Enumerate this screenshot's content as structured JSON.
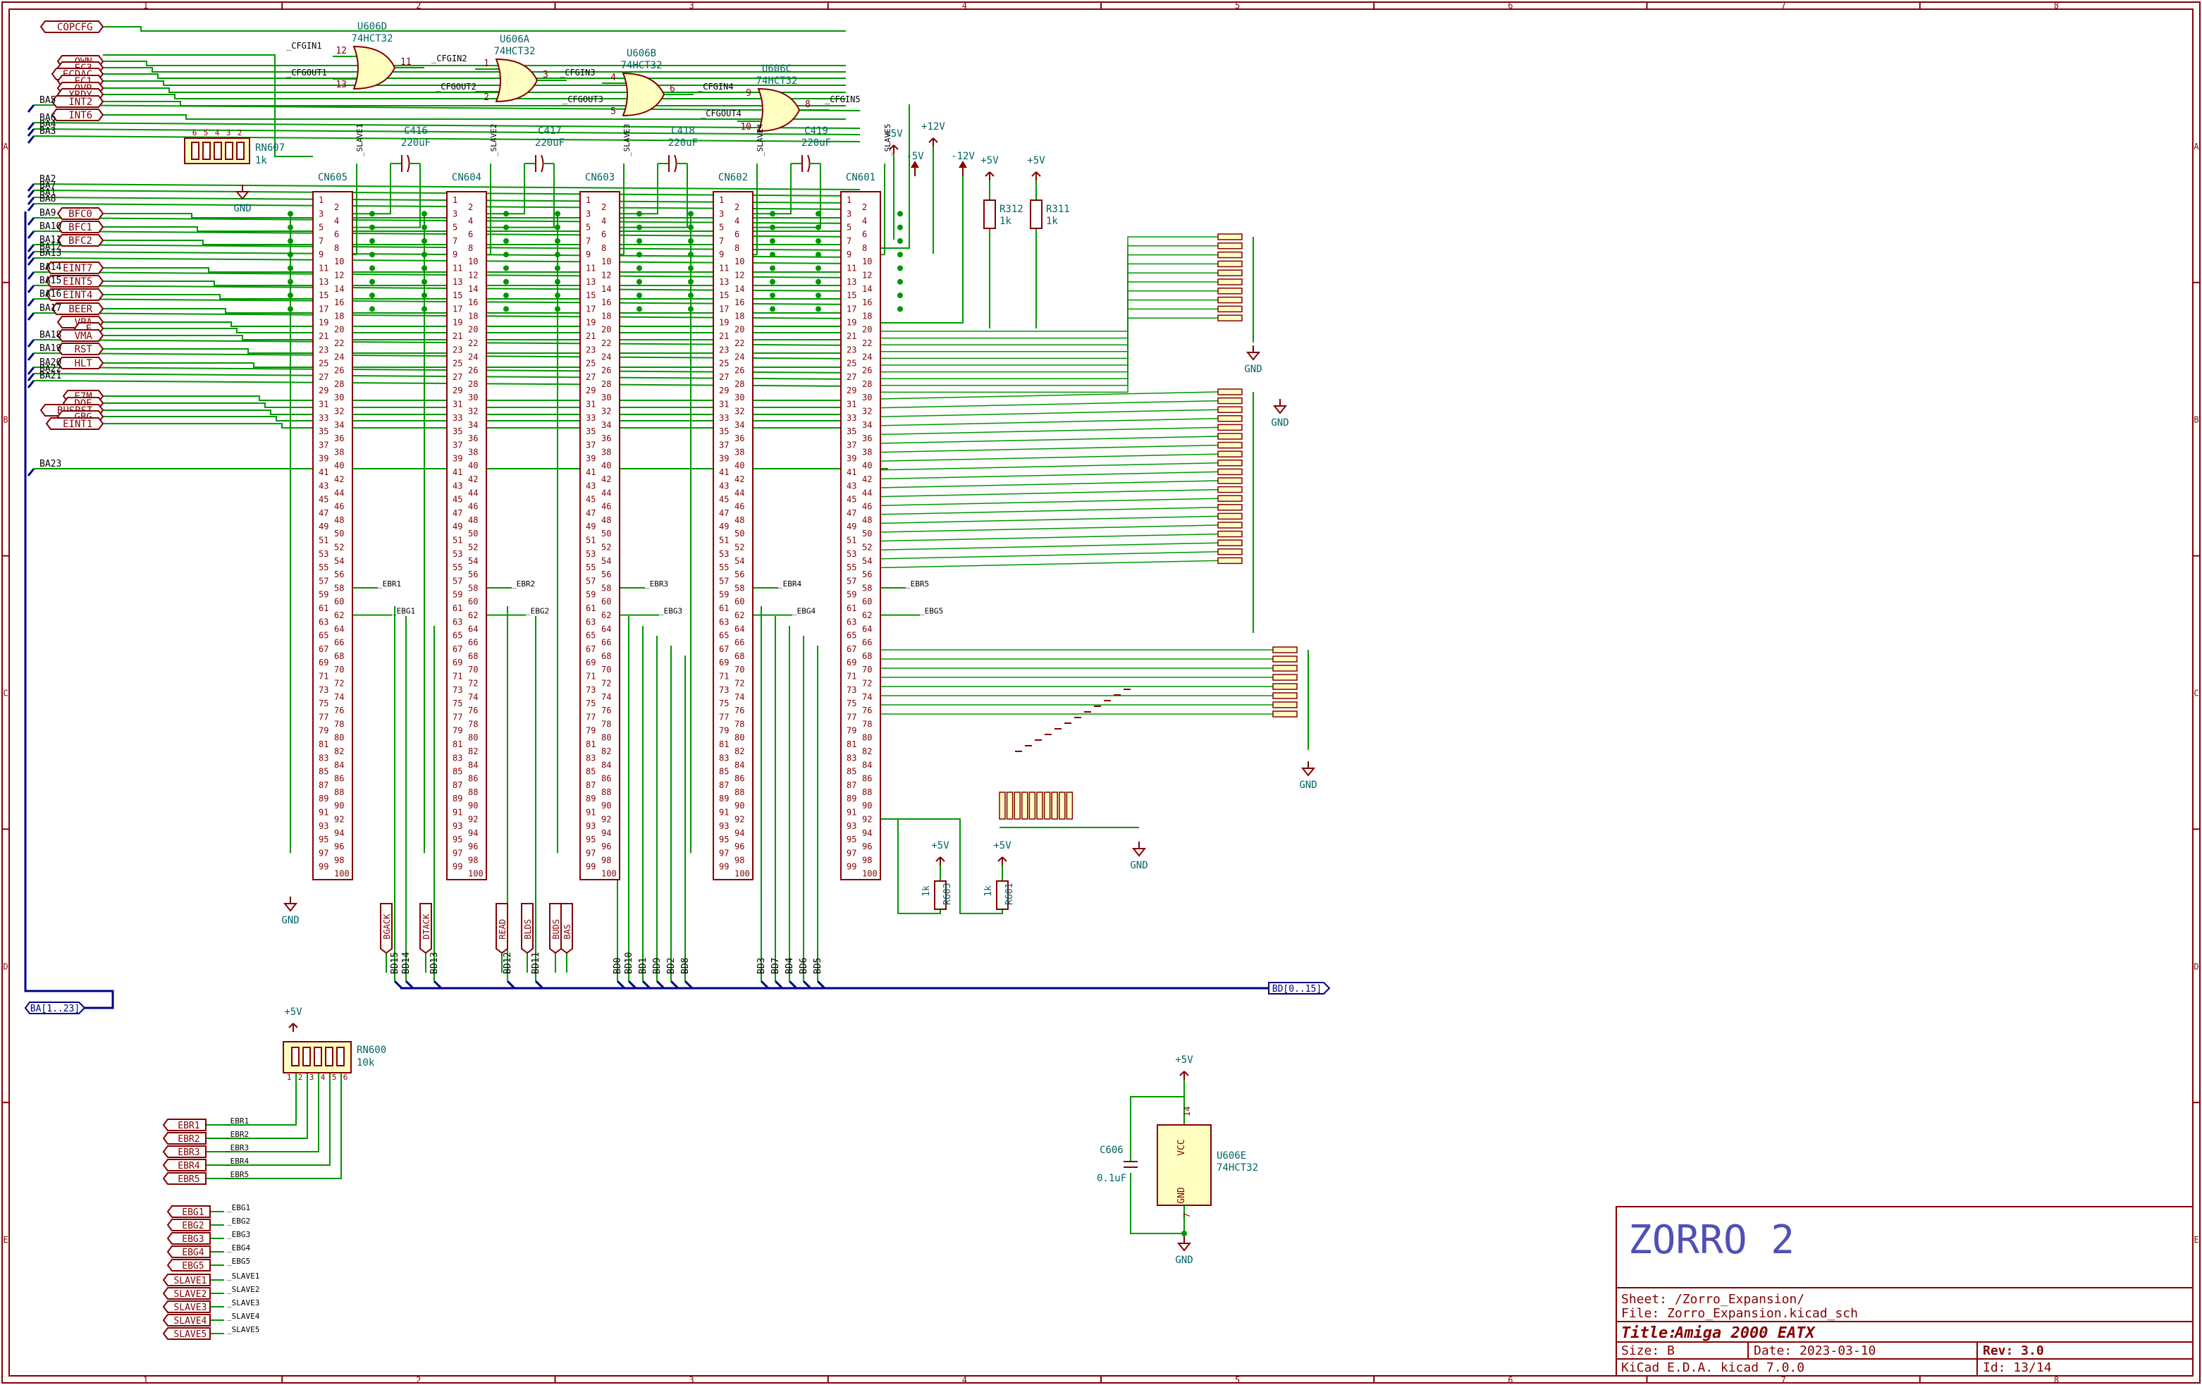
{
  "frame": {
    "cols": [
      "1",
      "2",
      "3",
      "4",
      "5",
      "6",
      "7",
      "8"
    ],
    "rows": [
      "A",
      "B",
      "C",
      "D",
      "E"
    ]
  },
  "gates": [
    {
      "ref": "U606D",
      "part": "74HCT32",
      "in1": "12",
      "in2": "13",
      "out": "11"
    },
    {
      "ref": "U606A",
      "part": "74HCT32",
      "in1": "1",
      "in2": "2",
      "out": "3"
    },
    {
      "ref": "U606B",
      "part": "74HCT32",
      "in1": "4",
      "in2": "5",
      "out": "6"
    },
    {
      "ref": "U606C",
      "part": "74HCT32",
      "in1": "9",
      "in2": "10",
      "out": "8"
    }
  ],
  "cfg_nets": [
    "_CFGIN1",
    "_CFGOUT1",
    "_CFGIN2",
    "_CFGOUT2",
    "_CFGIN3",
    "_CFGOUT3",
    "_CFGIN4",
    "_CFGOUT4",
    "_CFGIN5"
  ],
  "connectors": [
    {
      "ref": "CN605",
      "slave": "_SLAVE1",
      "cap": "C416",
      "cap_val": "220uF",
      "ebr": "_EBR1",
      "ebg": "_EBG1"
    },
    {
      "ref": "CN604",
      "slave": "_SLAVE2",
      "cap": "C417",
      "cap_val": "220uF",
      "ebr": "_EBR2",
      "ebg": "_EBG2"
    },
    {
      "ref": "CN603",
      "slave": "_SLAVE3",
      "cap": "C418",
      "cap_val": "220uF",
      "ebr": "_EBR3",
      "ebg": "_EBG3"
    },
    {
      "ref": "CN602",
      "slave": "_SLAVE4",
      "cap": "C419",
      "cap_val": "220uF",
      "ebr": "_EBR4",
      "ebg": "_EBG4"
    },
    {
      "ref": "CN601",
      "slave": "_SLAVE5",
      "cap": "",
      "cap_val": "",
      "ebr": "_EBR5",
      "ebg": "_EBG5"
    }
  ],
  "left_ports": [
    {
      "label": "_COPCFG",
      "row": 38
    },
    {
      "label": "_OWN",
      "row": 87
    },
    {
      "label": "_EC3",
      "row": 96
    },
    {
      "label": "ECDAC",
      "row": 105
    },
    {
      "label": "_EC1",
      "row": 115
    },
    {
      "label": "_OVR",
      "row": 125
    },
    {
      "label": "XRDY",
      "row": 134
    },
    {
      "label": "_INT2",
      "row": 144
    },
    {
      "label": "_INT6",
      "row": 163
    },
    {
      "label": "BFC0",
      "row": 303
    },
    {
      "label": "BFC1",
      "row": 322
    },
    {
      "label": "BFC2",
      "row": 341
    },
    {
      "label": "_EINT7",
      "row": 380
    },
    {
      "label": "_EINT5",
      "row": 399
    },
    {
      "label": "_EINT4",
      "row": 418
    },
    {
      "label": "_BEER",
      "row": 438
    },
    {
      "label": "_VPA",
      "row": 457
    },
    {
      "label": "E",
      "row": 466
    },
    {
      "label": "_VMA",
      "row": 476
    },
    {
      "label": "_RST",
      "row": 495
    },
    {
      "label": "_HLT",
      "row": 515
    },
    {
      "label": "E7M",
      "row": 562
    },
    {
      "label": "DOE",
      "row": 572
    },
    {
      "label": "_BUSRST",
      "row": 582
    },
    {
      "label": "_GBG",
      "row": 591
    },
    {
      "label": "_EINT1",
      "row": 601
    }
  ],
  "ba_labels": [
    {
      "label": "BA5",
      "row": 149
    },
    {
      "label": "BA6",
      "row": 174
    },
    {
      "label": "BA4",
      "row": 183
    },
    {
      "label": "BA3",
      "row": 193
    },
    {
      "label": "BA2",
      "row": 261
    },
    {
      "label": "BA7",
      "row": 270
    },
    {
      "label": "BA1",
      "row": 280
    },
    {
      "label": "BA8",
      "row": 289
    },
    {
      "label": "BA9",
      "row": 309
    },
    {
      "label": "BA10",
      "row": 328
    },
    {
      "label": "BA11",
      "row": 347
    },
    {
      "label": "BA12",
      "row": 357
    },
    {
      "label": "BA13",
      "row": 366
    },
    {
      "label": "BA14",
      "row": 386
    },
    {
      "label": "BA15",
      "row": 405
    },
    {
      "label": "BA16",
      "row": 424
    },
    {
      "label": "BA17",
      "row": 444
    },
    {
      "label": "BA18",
      "row": 482
    },
    {
      "label": "BA19",
      "row": 501
    },
    {
      "label": "BA20",
      "row": 521
    },
    {
      "label": "BA22",
      "row": 530
    },
    {
      "label": "BA21",
      "row": 540
    },
    {
      "label": "BA23",
      "row": 665
    }
  ],
  "ba_bus": "BA[1..23]",
  "bd_bus": "BD[0..15]",
  "bd_groups": [
    {
      "labels": [
        "BD15",
        "BD14",
        "BD13"
      ]
    },
    {
      "labels": [
        "BD12",
        "BD11"
      ]
    },
    {
      "labels": [
        "BD0",
        "BD10",
        "BD1",
        "BD9",
        "BD2",
        "BD8"
      ]
    },
    {
      "labels": [
        "BD3",
        "BD7",
        "BD4",
        "BD6",
        "BD5"
      ]
    }
  ],
  "signal_flags": [
    "_BGACK",
    "_DTACK",
    "_READ",
    "_BLDS",
    "_BUDS",
    "_BAS"
  ],
  "power": {
    "p5v": "+5V",
    "p12v": "+12V",
    "m5v": "-5V",
    "m12v": "-12V",
    "gnd": "GND"
  },
  "resistors": [
    {
      "ref": "R312",
      "value": "1k"
    },
    {
      "ref": "R311",
      "value": "1k"
    },
    {
      "ref": "R603",
      "value": "1k"
    },
    {
      "ref": "R601",
      "value": "1k"
    }
  ],
  "networks": [
    {
      "ref": "RN607",
      "value": "1k",
      "pins": [
        "6",
        "5",
        "4",
        "3",
        "2"
      ]
    },
    {
      "ref": "RN600",
      "value": "10k",
      "pins": [
        "1",
        "2",
        "3",
        "4",
        "5",
        "6"
      ]
    }
  ],
  "ebr_ports": [
    "_EBR1",
    "_EBR2",
    "_EBR3",
    "_EBR4",
    "_EBR5"
  ],
  "ebg_ports": [
    "_EBG1",
    "_EBG2",
    "_EBG3",
    "_EBG4",
    "_EBG5"
  ],
  "slave_ports": [
    "_SLAVE1",
    "_SLAVE2",
    "_SLAVE3",
    "_SLAVE4",
    "_SLAVE5"
  ],
  "power_unit": {
    "ref": "U606E",
    "part": "74HCT32",
    "vcc": "VCC",
    "gnd": "GND",
    "pin_vcc": "14",
    "pin_gnd": "7",
    "cap": "C606",
    "cap_val": "0.1uF"
  },
  "pin_numbers": {
    "first": "1",
    "second": "2",
    "last_left": "99",
    "last_right": "100"
  },
  "title_block": {
    "project": "ZORRO 2",
    "sheet": "Sheet: /Zorro_Expansion/",
    "file": "File: Zorro_Expansion.kicad_sch",
    "title_label": "Title:",
    "title": "Amiga 2000 EATX",
    "size": "Size: B",
    "date": "Date: 2023-03-10",
    "rev": "Rev: 3.0",
    "tool": "KiCad E.D.A.  kicad 7.0.0",
    "id": "Id: 13/14"
  },
  "colors": {
    "frame": "#840000",
    "wire": "#009600",
    "bus": "#000084",
    "ref": "#006464",
    "pin": "#840000",
    "body": "#ffffc2",
    "title": "#5050b4"
  }
}
